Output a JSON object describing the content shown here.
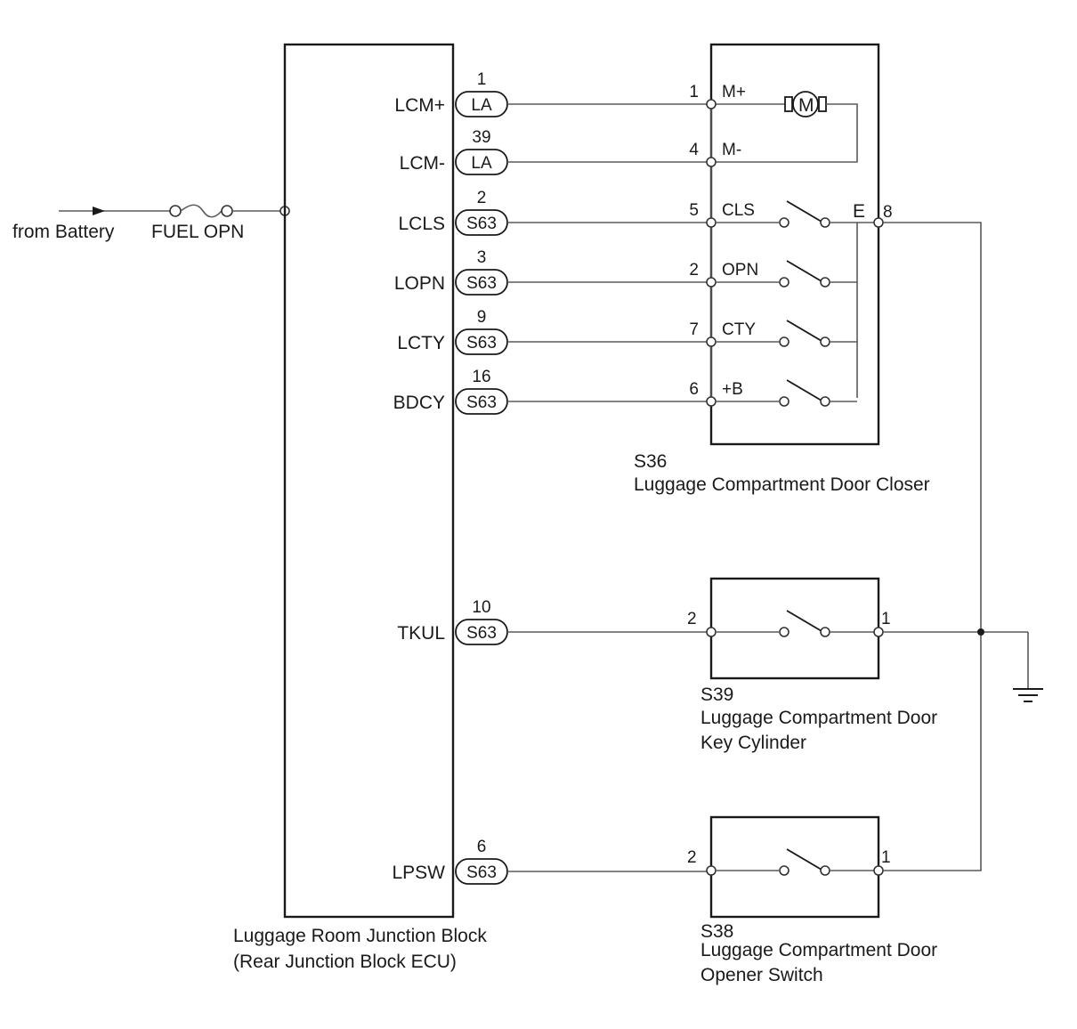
{
  "source": {
    "label": "from Battery",
    "fuse": "FUEL OPN"
  },
  "ecu": {
    "name_line1": "Luggage Room Junction Block",
    "name_line2": "(Rear Junction Block ECU)",
    "terminals": [
      {
        "name": "LCM+",
        "connector": "LA",
        "pin": "1"
      },
      {
        "name": "LCM-",
        "connector": "LA",
        "pin": "39"
      },
      {
        "name": "LCLS",
        "connector": "S63",
        "pin": "2"
      },
      {
        "name": "LOPN",
        "connector": "S63",
        "pin": "3"
      },
      {
        "name": "LCTY",
        "connector": "S63",
        "pin": "9"
      },
      {
        "name": "BDCY",
        "connector": "S63",
        "pin": "16"
      },
      {
        "name": "TKUL",
        "connector": "S63",
        "pin": "10"
      },
      {
        "name": "LPSW",
        "connector": "S63",
        "pin": "6"
      }
    ]
  },
  "closer": {
    "code": "S36",
    "name": "Luggage Compartment Door Closer",
    "motor_symbol": "M",
    "pins": [
      {
        "pin": "1",
        "label": "M+"
      },
      {
        "pin": "4",
        "label": "M-"
      },
      {
        "pin": "5",
        "label": "CLS"
      },
      {
        "pin": "2",
        "label": "OPN"
      },
      {
        "pin": "7",
        "label": "CTY"
      },
      {
        "pin": "6",
        "label": "+B"
      }
    ],
    "ground_label": "E",
    "ground_pin": "8"
  },
  "key_cylinder": {
    "code": "S39",
    "name_line1": "Luggage Compartment Door",
    "name_line2": "Key Cylinder",
    "pin_left": "2",
    "pin_right": "1"
  },
  "opener_switch": {
    "code": "S38",
    "name_line1": "Luggage Compartment Door",
    "name_line2": "Opener Switch",
    "pin_left": "2",
    "pin_right": "1"
  }
}
